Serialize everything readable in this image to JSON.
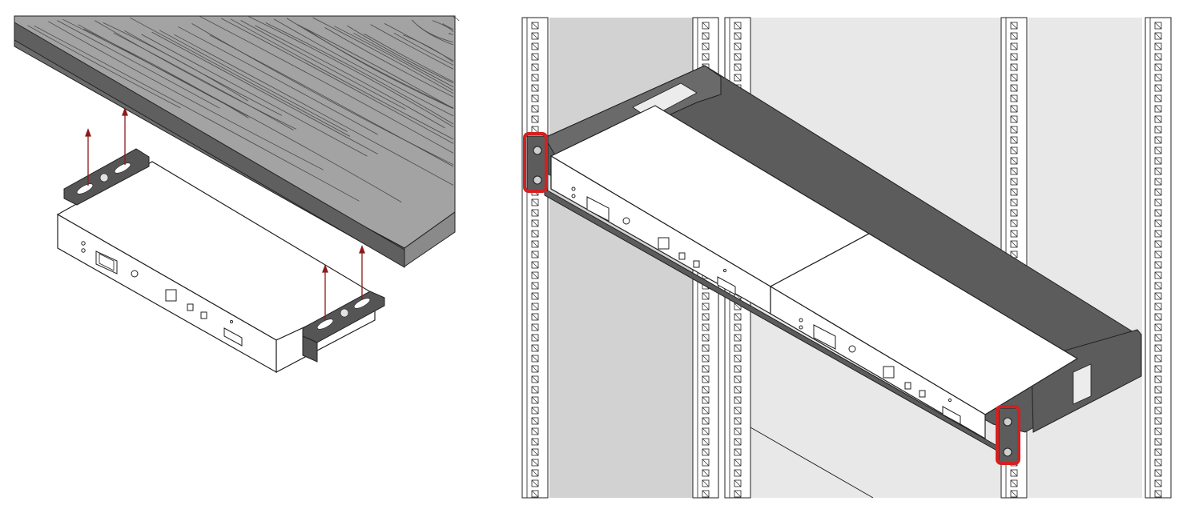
{
  "figure": {
    "panels": [
      {
        "id": "under-desk-mount",
        "arrow_count": 4,
        "bracket_count": 2
      },
      {
        "id": "rack-mount",
        "device_count": 2,
        "highlighted_ears": 2
      }
    ]
  },
  "colors": {
    "outline": "#222222",
    "desk_top": "#a3a3a3",
    "desk_front": "#6e6e6e",
    "bracket": "#555555",
    "rack_tray": "#5c5c5c",
    "rack_back_wall": "#d2d2d2",
    "rack_back_light": "#e8e8e8",
    "arrow": "#8b1a1a",
    "highlight": "#d42020"
  }
}
